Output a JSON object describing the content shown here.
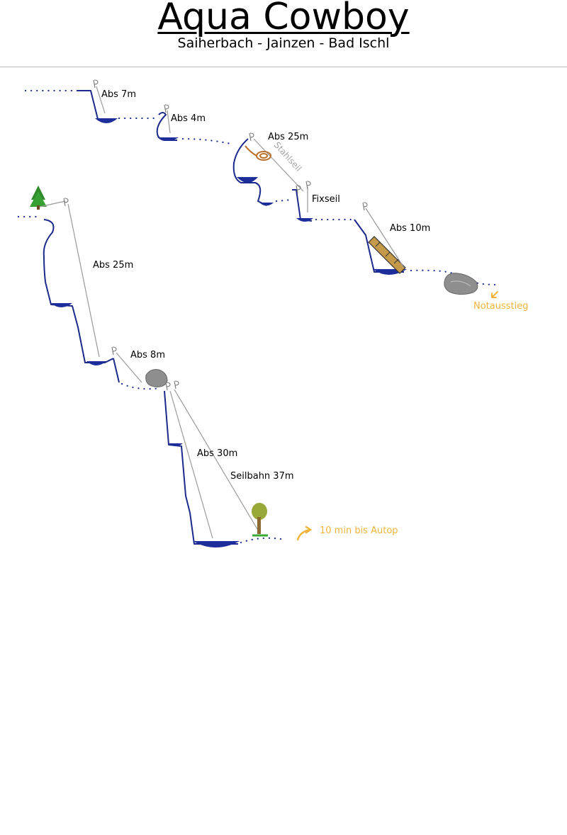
{
  "header": {
    "title": "Aqua Cowboy",
    "subtitle": "Saiherbach - Jainzen - Bad Ischl"
  },
  "labels": {
    "abs1": "Abs 7m",
    "abs2": "Abs 4m",
    "abs3": "Abs 25m",
    "stahlseil": "Stahlseil",
    "fixseil": "Fixseil",
    "abs4": "Abs 10m",
    "notausstieg": "Notausstieg",
    "abs5": "Abs 25m",
    "abs6": "Abs 8m",
    "abs7": "Abs 30m",
    "seilbahn": "Seilbahn 37m",
    "exit": "10 min bis Autop"
  },
  "colors": {
    "wall": "#1c2a8c",
    "water": "#1d2e9a",
    "rope": "#9a9a9a",
    "accent": "#f0b43c"
  },
  "icons": [
    "anchor-icon",
    "tree-icon",
    "rock-icon",
    "arrow-icon",
    "coiled-rope-icon",
    "log-icon"
  ]
}
